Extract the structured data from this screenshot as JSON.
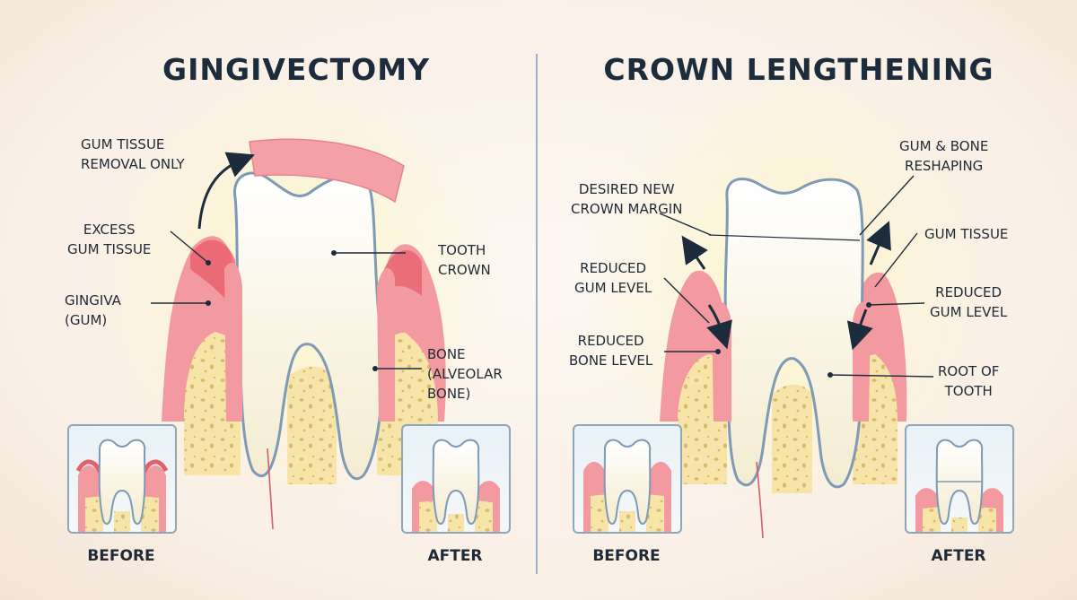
{
  "left": {
    "title": "GINGIVECTOMY",
    "labels": {
      "gum_removal": [
        "GUM TISSUE",
        "REMOVAL ONLY"
      ],
      "excess_gum": [
        "EXCESS",
        "GUM TISSUE"
      ],
      "gingiva": [
        "GINGIVA",
        "(GUM)"
      ],
      "tooth_crown": [
        "TOOTH",
        "CROWN"
      ],
      "bone": [
        "BONE",
        "(ALVEOLAR",
        "BONE)"
      ]
    },
    "before_caption": "BEFORE",
    "after_caption": "AFTER"
  },
  "right": {
    "title": "CROWN LENGTHENING",
    "labels": {
      "gum_bone_reshaping": [
        "GUM & BONE",
        "RESHAPING"
      ],
      "desired_margin": [
        "DESIRED NEW",
        "CROWN MARGIN"
      ],
      "gum_tissue": [
        "GUM TISSUE"
      ],
      "reduced_gum_left": [
        "REDUCED",
        "GUM LEVEL"
      ],
      "reduced_gum_right": [
        "REDUCED",
        "GUM LEVEL"
      ],
      "reduced_bone": [
        "REDUCED",
        "BONE LEVEL"
      ],
      "root": [
        "ROOT OF",
        "TOOTH"
      ]
    },
    "before_caption": "BEFORE",
    "after_caption": "AFTER"
  },
  "colors": {
    "title": "#1d2c3d",
    "gum": "#f08f94",
    "gum_dark": "#e2626c",
    "bone": "#f6e3a6",
    "tooth": "#fbfaf4",
    "outline": "#7e9ab4",
    "divider": "#9db2c4"
  }
}
